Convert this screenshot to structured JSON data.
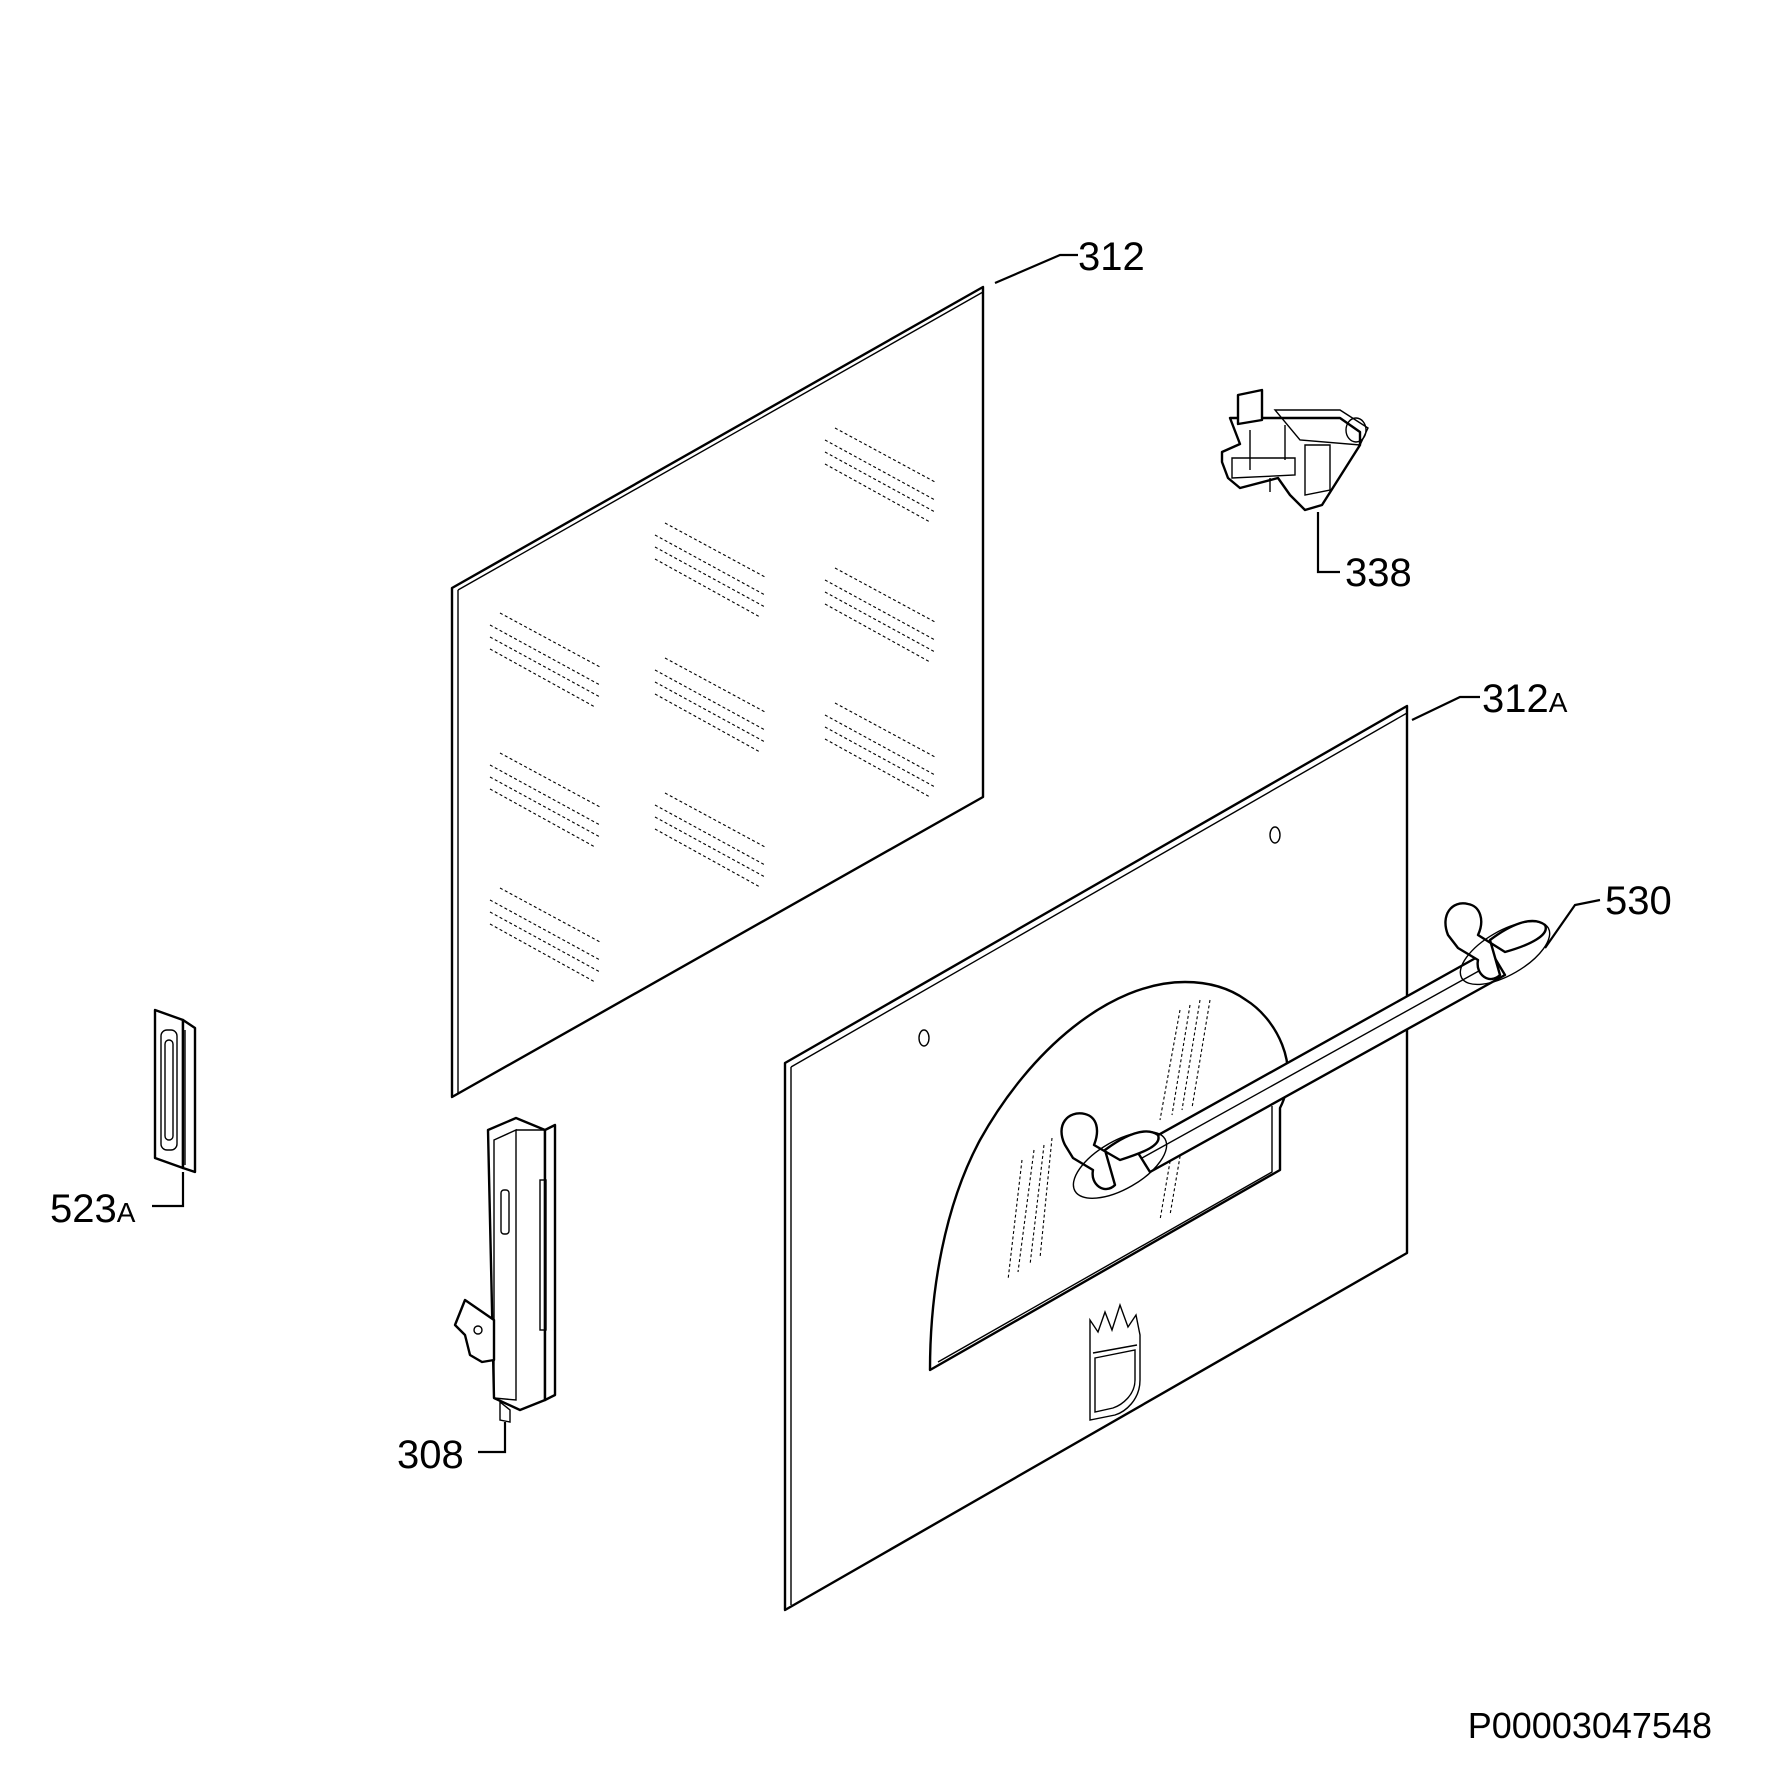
{
  "callouts": {
    "inner_glass": "312",
    "door_clip": "338",
    "outer_glass_num": "312",
    "outer_glass_suffix": "A",
    "handle": "530",
    "small_part_num": "523",
    "small_part_suffix": "A",
    "hinge": "308"
  },
  "document_id": "P00003047548"
}
